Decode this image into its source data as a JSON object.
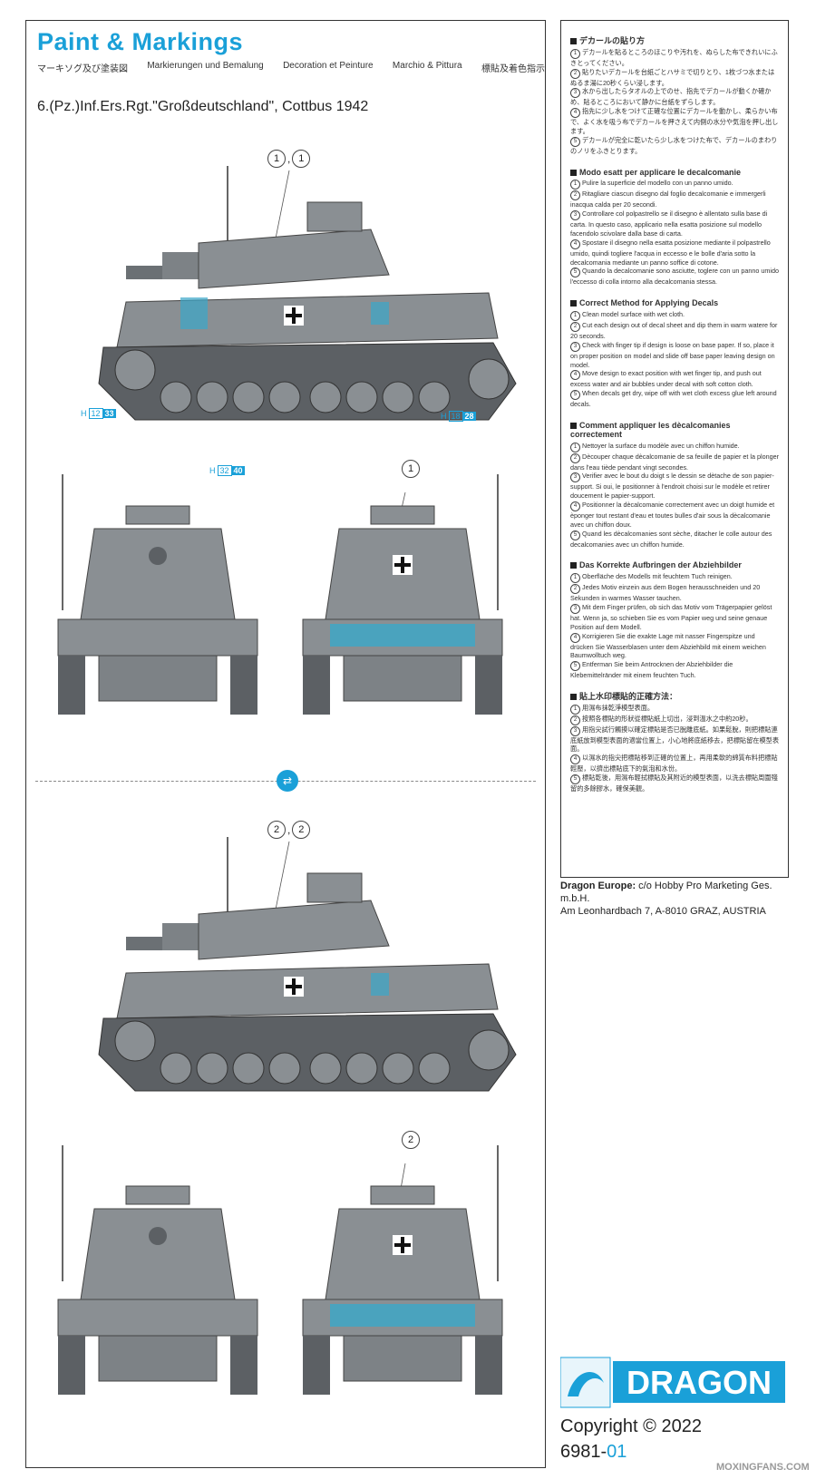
{
  "header": {
    "title": "Paint & Markings",
    "subtitles": [
      "マーキソグ及び塗装図",
      "Markierungen und Bemalung",
      "Decoration et Peinture",
      "Marchio & Pittura",
      "標貼及着色指示"
    ]
  },
  "unit": "6.(Pz.)Inf.Ers.Rgt.\"Großdeutschland\", Cottbus 1942",
  "callouts": {
    "first_side": [
      "1",
      "1"
    ],
    "first_rear": "1",
    "second_side": [
      "2",
      "2"
    ],
    "second_rear": "2"
  },
  "color_refs": {
    "a": {
      "h": "H",
      "n1": "12",
      "n2": "33"
    },
    "b": {
      "h": "H",
      "n1": "18",
      "n2": "28"
    },
    "c": {
      "h": "H",
      "n1": "32",
      "n2": "40"
    }
  },
  "instructions": {
    "japanese": {
      "heading": "デカールの貼り方",
      "items": [
        "デカールを貼るところのほこりや汚れを、ぬらした布できれいにふきとってください。",
        "貼りたいデカールを台紙ごとハサミで切りとり、1枚づつ水またはぬるま湯に20秒くらい浸します。",
        "水から出したらタオルの上でのせ、指先でデカールが動くか確かめ、貼るところにおいて静かに台紙をずらします。",
        "指先に少し水をつけて正確な位置にデカールを動かし、柔らかい布で、よく水を吸う布でデカールを押さえて内側の水分や気泡を押し出します。",
        "デカールが完全に乾いたら少し水をつけた布で、デカールのまわりのノリをふきとります。"
      ]
    },
    "italian": {
      "heading": "Modo esatt per applicare le decalcomanie",
      "items": [
        "Pulire la superficie del modello con un panno umido.",
        "Ritagliare ciascun disegno dal foglio decalcomanie e immergerli inacqua calda per 20 secondi.",
        "Controllare col polpastrello se il disegno è allentato sulla base di carta. In questo caso, applicario nella esatta posizione sul modello facendolo scivolare dalla base di carta.",
        "Spostare il disegno nella esatta posizione mediante il polpastrello umido, quindi togliere l'acqua in eccesso e le bolle d'aria sotto la decalcomania mediante un panno soffice di cotone.",
        "Quando la decalcomanie sono asciutte, toglere con un panno umido l'eccesso di colla intorno alla decalcomania stessa."
      ]
    },
    "english": {
      "heading": "Correct Method for Applying Decals",
      "items": [
        "Clean model surface with wet cloth.",
        "Cut each design out of decal sheet and dip them in warm watere for 20 seconds.",
        "Check with finger tip if design is loose on base paper. If so, place it on proper position on model and slide off base paper leaving design on model.",
        "Move design to exact position with wet finger tip, and push out excess water and air bubbles under decal with soft cotton cloth.",
        "When decals get dry, wipe off with wet cloth excess glue left around decals."
      ]
    },
    "french": {
      "heading": "Comment appliquer les dècalcomanies correctement",
      "items": [
        "Nettoyer la surface du modèle avec un chiffon humide.",
        "Dècouper chaque dècalcomanie de sa feuille de papier et la plonger dans l'eau tiède pendant vingt secondes.",
        "Verifier avec le bout du doigt s le dessin se dètache de son papier-support. Si oui, le positionner à l'endroit choisi sur le modèle et retirer doucement le papier-support.",
        "Positionner la dècalcomanie correctement avec un doigt humide et èponger tout restant d'eau et toutes bulles d'air sous la dècalcomanie avec un chiffon doux.",
        "Quand les dècalcomanies sont sèche, ditacher le colle autour des decalcomanies avec un chiffon humide."
      ]
    },
    "german": {
      "heading": "Das Korrekte Aufbringen der Abziehbilder",
      "items": [
        "Oberfläche des Modells mit feuchtem Tuch reinigen.",
        "Jedes Motiv einzein aus dem Bogen herausschneiden und 20 Sekunden in warmes Wasser tauchen.",
        "Mit dem Finger prüfen, ob sich das Motiv vom Trägerpapier gelöst hat. Wenn ja, so schieben Sie es vom Papier weg und seine genaue Position auf dem Modell.",
        "Korrigieren Sie die exakte Lage mit nasser Fingerspitze und drücken Sie Wasserblasen unter dem Abziehbild mit einem weichen Baumwolltuch weg.",
        "Entferman Sie beim Antrocknen der Abziehbilder die Klebemittelränder mit einem feuchten Tuch."
      ]
    },
    "chinese": {
      "heading": "貼上水印標貼的正確方法：",
      "items": [
        "用濕布抹乾淨模型表面。",
        "按照各標貼的形狀從標貼紙上切出，浸到溫水之中約20秒。",
        "用指尖試行觸摸以確定標貼是否已脫離底紙。如果鬆脫，則把標貼連底紙放到模型表面的適當位置上，小心地將底紙移去，把標貼留在模型表面。",
        "以濕水的指尖把標貼移到正確的位置上，再用柔軟的綿質布料把標貼輕壓，以擠出標貼底下的氣泡和水份。",
        "標貼乾後，用濕布輕拭標貼及其附近的模型表面，以洗去標貼周圍殘留的多餘膠水，確保美觀。"
      ]
    }
  },
  "distributor": {
    "name": "Dragon Europe:",
    "line1": " c/o Hobby Pro Marketing Ges. m.b.H.",
    "line2": "Am Leonhardbach 7, A-8010 GRAZ, AUSTRIA"
  },
  "brand": {
    "logo_text": "DRAGON",
    "copyright": "Copyright © 2022",
    "code_main": "6981-",
    "code_suffix": "01",
    "watermark": "MOXINGFANS.COM"
  },
  "colors": {
    "accent": "#1aa0d8",
    "tank_gray": "#8a8f93",
    "tank_dark": "#5c6064",
    "jerry_blue": "#3aa7c9"
  }
}
